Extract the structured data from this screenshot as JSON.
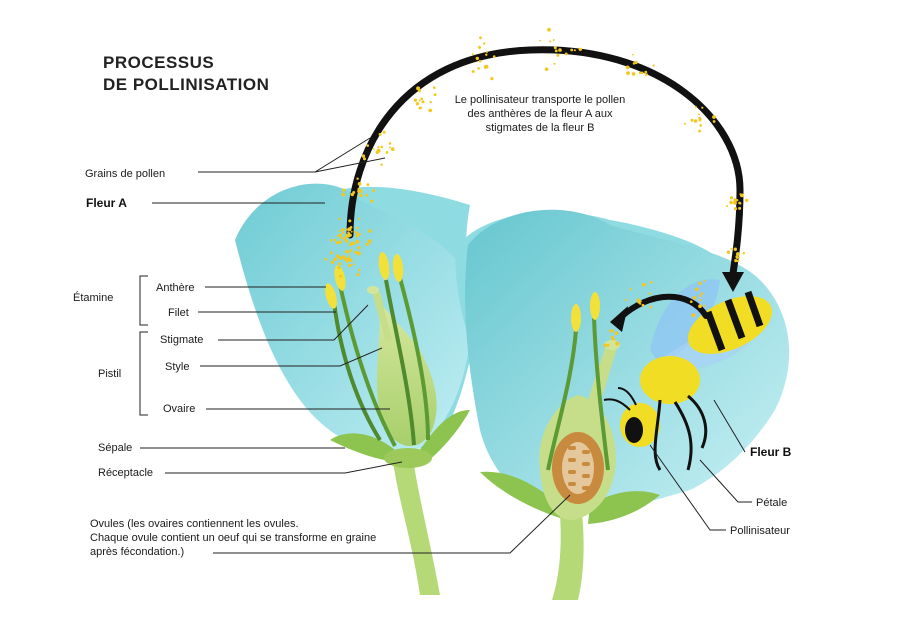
{
  "title": {
    "line1": "PROCESSUS",
    "line2": "DE POLLINISATION"
  },
  "transport_note": {
    "line1": "Le pollinisateur transporte le pollen",
    "line2": "des anthères de la fleur A aux",
    "line3": "stigmates de la fleur B"
  },
  "labels": {
    "grains": "Grains de pollen",
    "fleur_a": "Fleur A",
    "etamine": "Étamine",
    "anthere": "Anthère",
    "filet": "Filet",
    "pistil": "Pistil",
    "stigmate": "Stigmate",
    "style": "Style",
    "ovaire": "Ovaire",
    "sepale": "Sépale",
    "receptacle": "Réceptacle",
    "fleur_b": "Fleur B",
    "petale": "Pétale",
    "pollinisateur": "Pollinisateur"
  },
  "ovules_note": {
    "line1": "Ovules (les ovaires contiennent les ovules.",
    "line2": "Chaque ovule contient un oeuf qui se transforme en graine",
    "line3": "après fécondation.)"
  },
  "colors": {
    "petal": "#7fd3da",
    "petal_light": "#c5eef2",
    "stem": "#a9d46a",
    "pistil": "#c6de8a",
    "anther": "#f2e13a",
    "arrow": "#111111",
    "pollen": "#f2c81e",
    "ovary_inner": "#c88a3e"
  }
}
